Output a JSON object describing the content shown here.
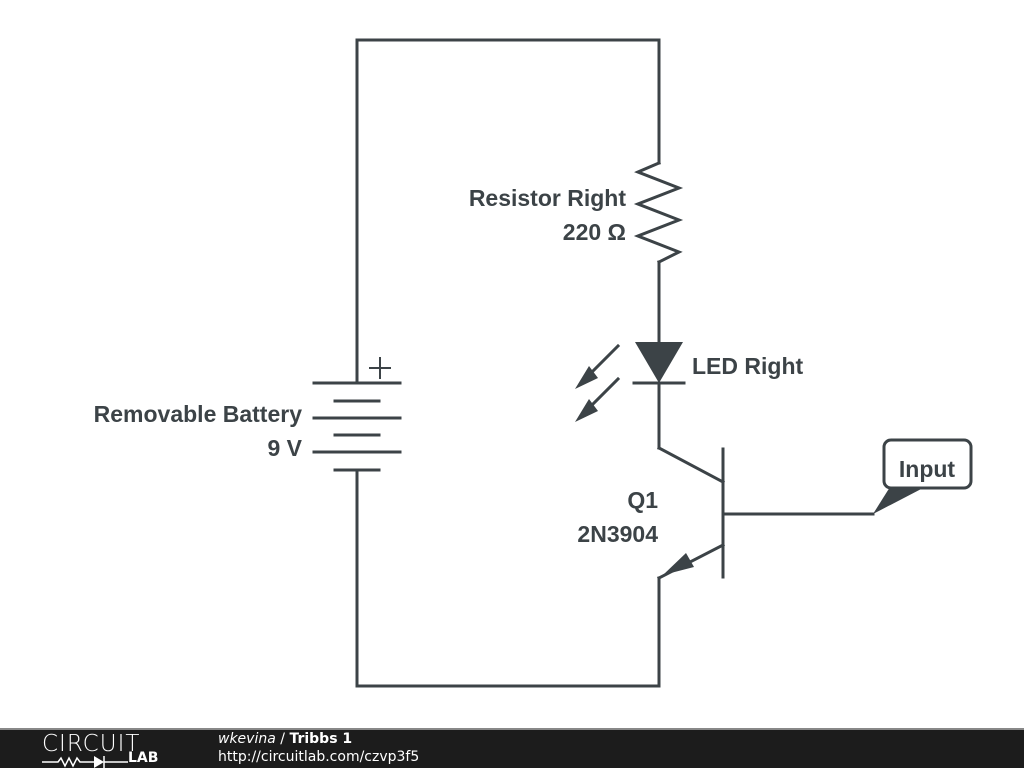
{
  "schematic": {
    "components": {
      "resistor": {
        "name": "Resistor Right",
        "value": "220 Ω"
      },
      "led": {
        "name": "LED Right"
      },
      "battery": {
        "name": "Removable Battery",
        "value": "9 V",
        "polarity_mark": "+"
      },
      "transistor": {
        "name": "Q1",
        "value": "2N3904"
      },
      "input_label": {
        "text": "Input"
      }
    },
    "colors": {
      "wire": "#3c4347",
      "text": "#3c4347"
    }
  },
  "footer": {
    "logo_top": "CIRCUIT",
    "logo_bottom": "LAB",
    "user": "wkevina",
    "separator": " / ",
    "circuit_name": "Tribbs 1",
    "url": "http://circuitlab.com/czvp3f5"
  }
}
